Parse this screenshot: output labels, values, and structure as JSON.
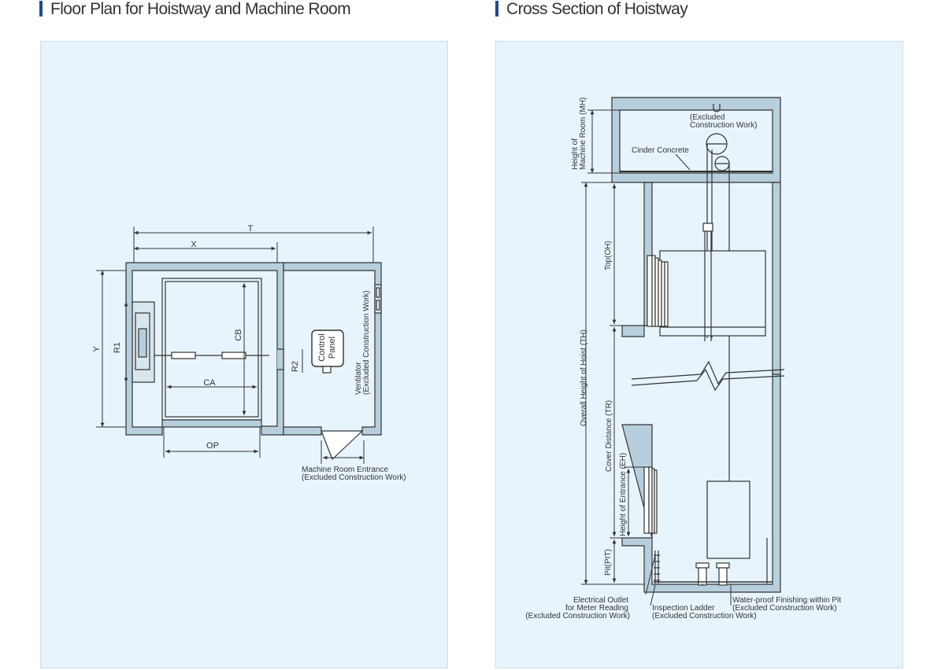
{
  "titles": {
    "floor_plan": "Floor Plan for Hoistway and Machine Room",
    "cross_section": "Cross Section of Hoistway"
  },
  "floor_plan": {
    "dims": {
      "T": "T",
      "X": "X",
      "Y": "Y",
      "R1": "R1",
      "R2": "R2",
      "CB": "CB",
      "CA": "CA",
      "OP": "OP"
    },
    "control_panel": {
      "line1": "Control",
      "line2": "Panel"
    },
    "ventilator": {
      "line1": "Ventilator",
      "line2": "(Excluded Construction Work)"
    },
    "machine_room_entrance": {
      "line1": "Machine Room Entrance",
      "line2": "(Excluded Construction Work)"
    }
  },
  "cross_section": {
    "machine_room_height": {
      "line1": "Height of",
      "line2": "Machine Room (MH)"
    },
    "excluded_top": {
      "line1": "(Excluded",
      "line2": "Construction Work)"
    },
    "cinder_concrete": "Cinder Concrete",
    "top_oh": "Top(OH)",
    "overall_height": "Overall Height of Hoist (TH)",
    "cover_distance": "Cover Distance (TR)",
    "entrance_height": "Height of Entrance (EH)",
    "pit": "Pit(PIT)",
    "electrical_outlet": {
      "line1": "Electrical Outlet",
      "line2": "for Meter Reading",
      "line3": "(Excluded Construction Work)"
    },
    "inspection_ladder": {
      "line1": "Inspection Ladder",
      "line2": "(Excluded Construction Work)"
    },
    "waterproof": {
      "line1": "Water-proof Finishing within Pit",
      "line2": "(Excluded Construction Work)"
    }
  },
  "colors": {
    "wall_fill": "#b7cfdd",
    "line": "#333333",
    "panel_bg": "#e8f4fc",
    "accent_bar": "#1e4b8f"
  }
}
